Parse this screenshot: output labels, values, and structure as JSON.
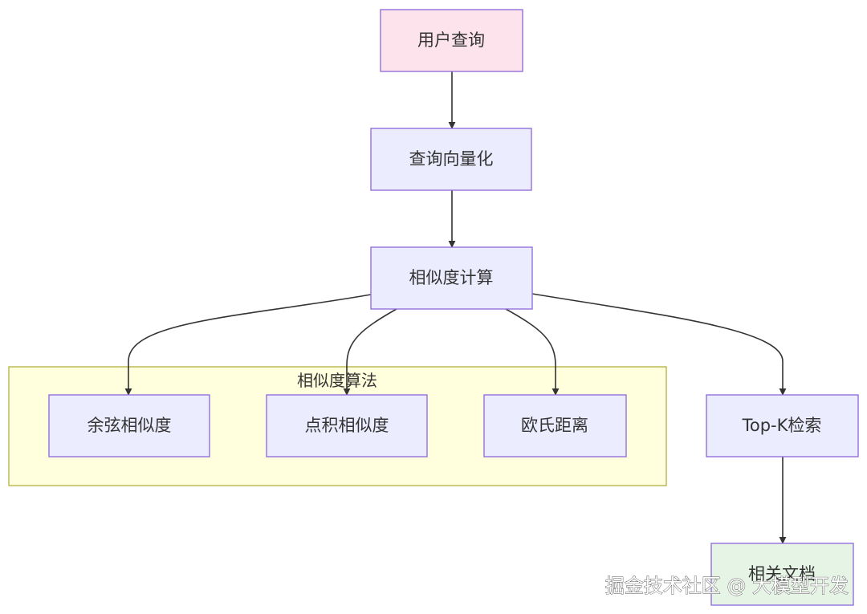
{
  "colors": {
    "node_fill": "#ececff",
    "node_stroke": "#9370db",
    "start_fill": "#fde4ec",
    "end_fill": "#e6f4e6",
    "cluster_fill": "#ffffde",
    "cluster_stroke": "#aaaa33",
    "edge": "#333333",
    "text": "#333333"
  },
  "nodes": {
    "user_query": "用户查询",
    "query_vectorize": "查询向量化",
    "similarity_calc": "相似度计算",
    "cosine": "余弦相似度",
    "dot_product": "点积相似度",
    "euclidean": "欧氏距离",
    "topk": "Top-K检索",
    "related_docs": "相关文档"
  },
  "cluster": {
    "title": "相似度算法"
  },
  "edges": [
    {
      "from": "user_query",
      "to": "query_vectorize"
    },
    {
      "from": "query_vectorize",
      "to": "similarity_calc"
    },
    {
      "from": "similarity_calc",
      "to": "cosine"
    },
    {
      "from": "similarity_calc",
      "to": "dot_product"
    },
    {
      "from": "similarity_calc",
      "to": "euclidean"
    },
    {
      "from": "similarity_calc",
      "to": "topk"
    },
    {
      "from": "topk",
      "to": "related_docs"
    }
  ],
  "watermark": "掘金技术社区 @ 大模型开发"
}
